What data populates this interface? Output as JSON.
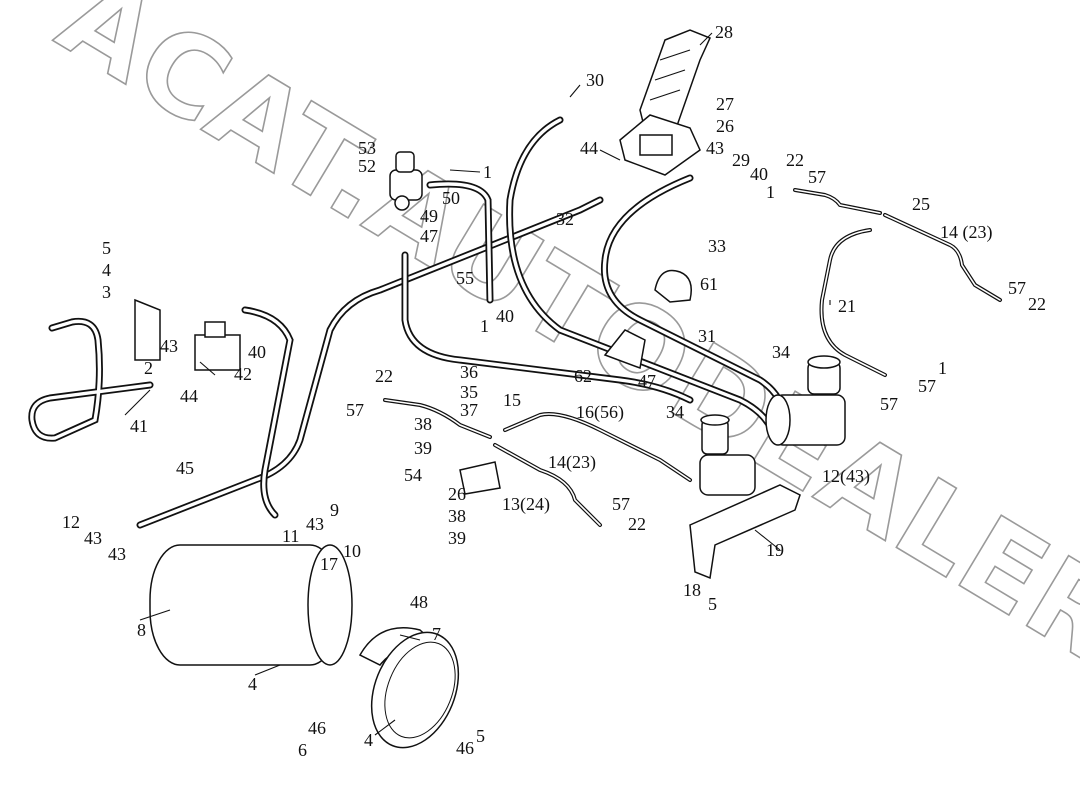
{
  "watermark": "ACAT.AUTODEALER.RU",
  "colors": {
    "ink": "#111111",
    "watermark": "#9a9a9a",
    "background": "#ffffff"
  },
  "callouts": [
    {
      "text": "28"
    },
    {
      "text": "30"
    },
    {
      "text": "27"
    },
    {
      "text": "26"
    },
    {
      "text": "53"
    },
    {
      "text": "52"
    },
    {
      "text": "1"
    },
    {
      "text": "44"
    },
    {
      "text": "43"
    },
    {
      "text": "29"
    },
    {
      "text": "22"
    },
    {
      "text": "57"
    },
    {
      "text": "40"
    },
    {
      "text": "1"
    },
    {
      "text": "50"
    },
    {
      "text": "49"
    },
    {
      "text": "47"
    },
    {
      "text": "32"
    },
    {
      "text": "25"
    },
    {
      "text": "14 (23)"
    },
    {
      "text": "33"
    },
    {
      "text": "55"
    },
    {
      "text": "5"
    },
    {
      "text": "4"
    },
    {
      "text": "3"
    },
    {
      "text": "61"
    },
    {
      "text": "57"
    },
    {
      "text": "22"
    },
    {
      "text": "40"
    },
    {
      "text": "1"
    },
    {
      "text": "21"
    },
    {
      "text": "31"
    },
    {
      "text": "43"
    },
    {
      "text": "40"
    },
    {
      "text": "2"
    },
    {
      "text": "42"
    },
    {
      "text": "34"
    },
    {
      "text": "62"
    },
    {
      "text": "47"
    },
    {
      "text": "1"
    },
    {
      "text": "57"
    },
    {
      "text": "44"
    },
    {
      "text": "22"
    },
    {
      "text": "36"
    },
    {
      "text": "35"
    },
    {
      "text": "57"
    },
    {
      "text": "15"
    },
    {
      "text": "37"
    },
    {
      "text": "57"
    },
    {
      "text": "41"
    },
    {
      "text": "38"
    },
    {
      "text": "16(56)"
    },
    {
      "text": "34"
    },
    {
      "text": "39"
    },
    {
      "text": "14(23)"
    },
    {
      "text": "12(43)"
    },
    {
      "text": "45"
    },
    {
      "text": "54"
    },
    {
      "text": "26"
    },
    {
      "text": "13(24)"
    },
    {
      "text": "9"
    },
    {
      "text": "38"
    },
    {
      "text": "57"
    },
    {
      "text": "12"
    },
    {
      "text": "43"
    },
    {
      "text": "43"
    },
    {
      "text": "22"
    },
    {
      "text": "43"
    },
    {
      "text": "39"
    },
    {
      "text": "19"
    },
    {
      "text": "10"
    },
    {
      "text": "11"
    },
    {
      "text": "17"
    },
    {
      "text": "18"
    },
    {
      "text": "5"
    },
    {
      "text": "48"
    },
    {
      "text": "8"
    },
    {
      "text": "7"
    },
    {
      "text": "4"
    },
    {
      "text": "46"
    },
    {
      "text": "6"
    },
    {
      "text": "4"
    },
    {
      "text": "46"
    },
    {
      "text": "5"
    }
  ]
}
